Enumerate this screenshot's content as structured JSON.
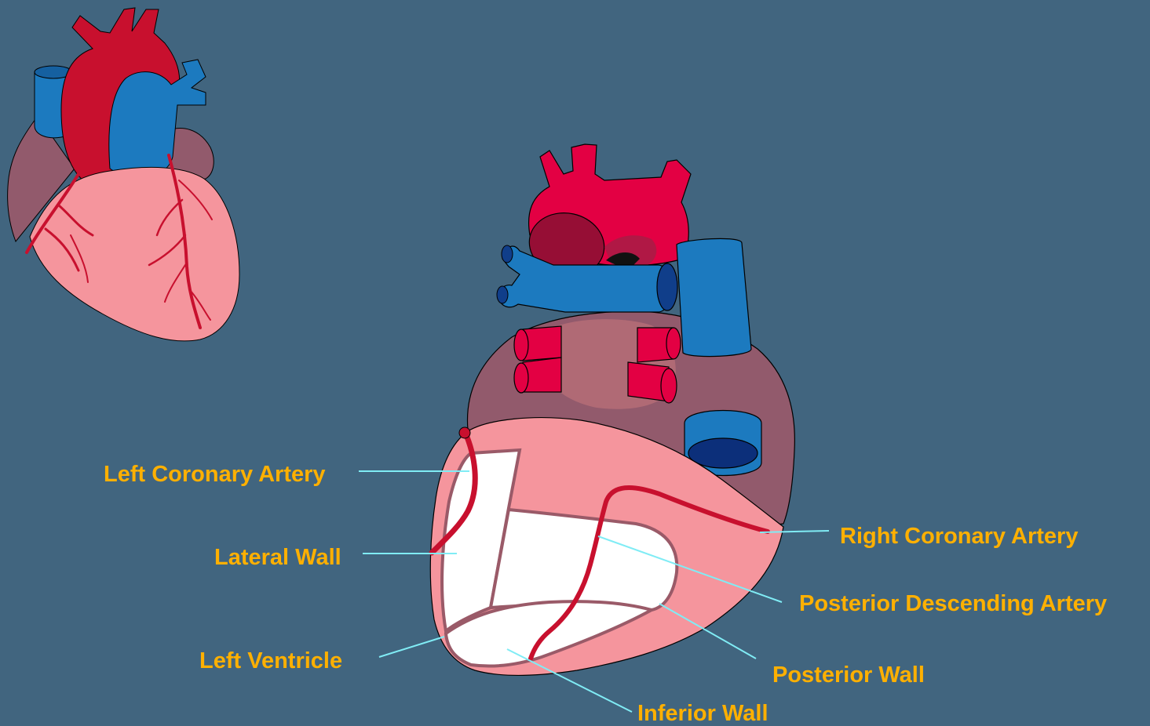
{
  "colors": {
    "background": "#41657f",
    "label": "#ffb000",
    "leader_line": "#80ecf5",
    "artery_red": "#c8102e",
    "vein_blue": "#1c7abf",
    "myocardium_pink": "#f5959d",
    "posterior_mauve": "#925a6c",
    "wall_region_white": "#ffffff"
  },
  "labels": {
    "left_coronary_artery": "Left Coronary Artery",
    "lateral_wall": "Lateral Wall",
    "left_ventricle": "Left Ventricle",
    "right_coronary_artery": "Right Coronary Artery",
    "posterior_descending_artery": "Posterior Descending Artery",
    "posterior_wall": "Posterior Wall",
    "inferior_wall": "Inferior Wall"
  }
}
